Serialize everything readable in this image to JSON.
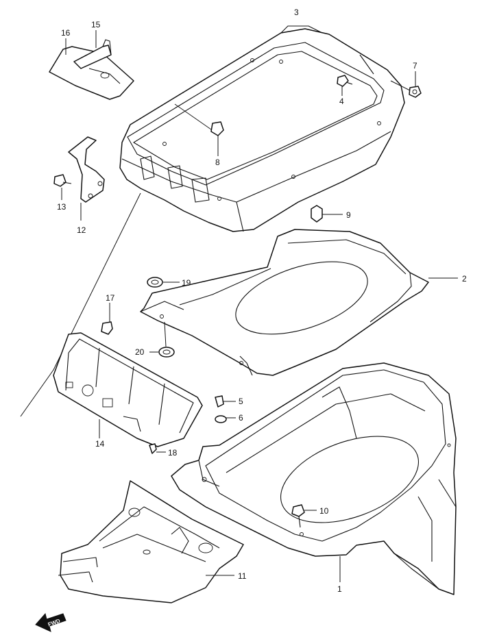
{
  "callouts": {
    "c1": "1",
    "c2": "2",
    "c3": "3",
    "c4": "4",
    "c5": "5",
    "c6": "6",
    "c7": "7",
    "c8": "8",
    "c9": "9",
    "c10": "10",
    "c11": "11",
    "c12": "12",
    "c13": "13",
    "c14": "14",
    "c15": "15",
    "c16": "16",
    "c17": "17",
    "c19": "19",
    "c20": "20",
    "c18": "18"
  },
  "fwd_label": "FWD",
  "colors": {
    "line": "#111111",
    "background": "#ffffff"
  }
}
